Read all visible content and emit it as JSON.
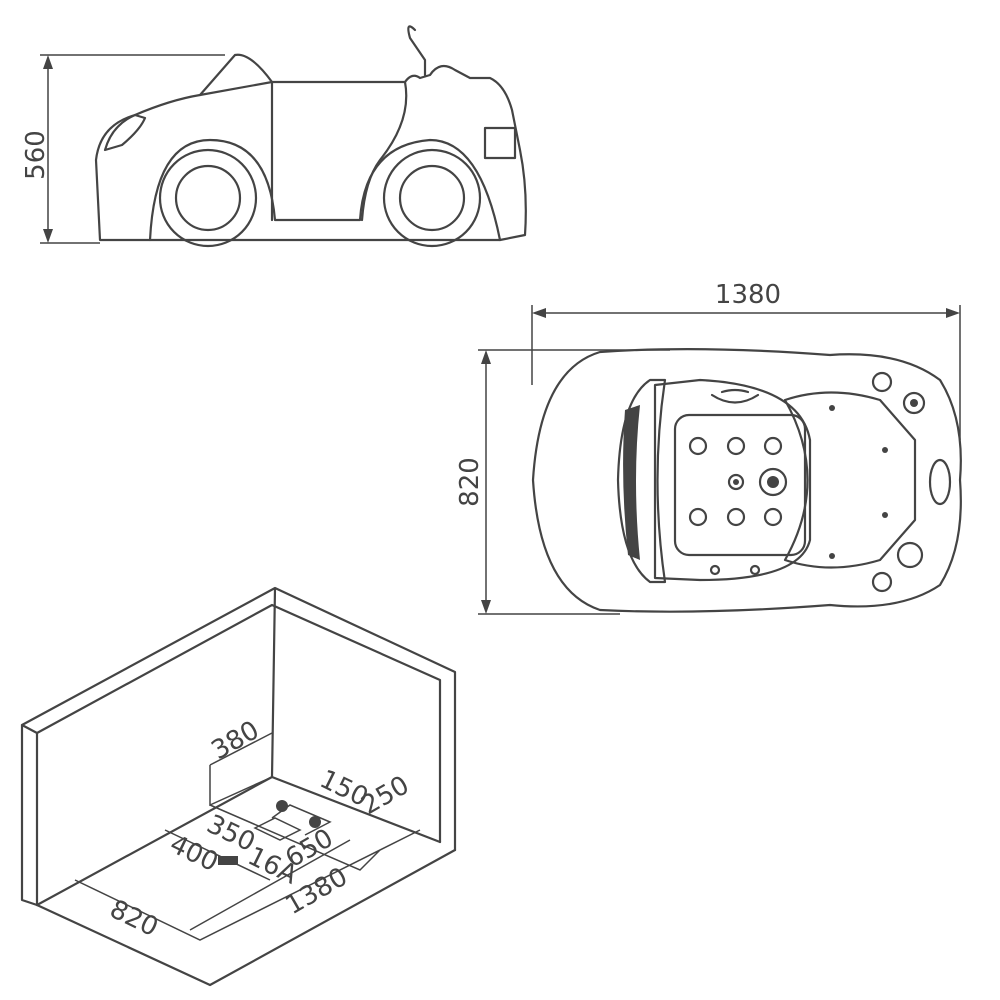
{
  "side_view": {
    "height_label": "560"
  },
  "top_view": {
    "length_label": "1380",
    "width_label": "820"
  },
  "installation_view": {
    "labels": {
      "wall_height": "380",
      "offset_150": "150",
      "offset_250": "250",
      "offset_350": "350",
      "offset_650": "650",
      "offset_400": "400",
      "fuse": "16A",
      "length": "1380",
      "width": "820"
    }
  },
  "colors": {
    "line": "#444444",
    "background": "#ffffff"
  }
}
